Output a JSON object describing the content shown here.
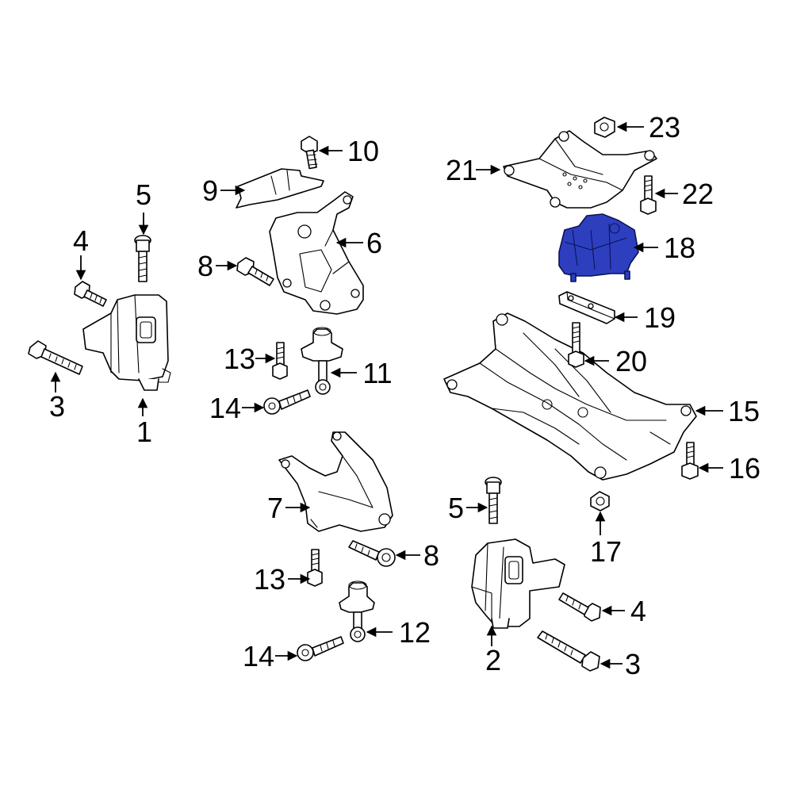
{
  "highlight_color": "#2d3fbf",
  "callouts": [
    {
      "id": "c1",
      "label": "1"
    },
    {
      "id": "c2",
      "label": "2"
    },
    {
      "id": "c3a",
      "label": "3"
    },
    {
      "id": "c3b",
      "label": "3"
    },
    {
      "id": "c4a",
      "label": "4"
    },
    {
      "id": "c4b",
      "label": "4"
    },
    {
      "id": "c5a",
      "label": "5"
    },
    {
      "id": "c5b",
      "label": "5"
    },
    {
      "id": "c6",
      "label": "6"
    },
    {
      "id": "c7",
      "label": "7"
    },
    {
      "id": "c8a",
      "label": "8"
    },
    {
      "id": "c8b",
      "label": "8"
    },
    {
      "id": "c9",
      "label": "9"
    },
    {
      "id": "c10",
      "label": "10"
    },
    {
      "id": "c11",
      "label": "11"
    },
    {
      "id": "c12",
      "label": "12"
    },
    {
      "id": "c13a",
      "label": "13"
    },
    {
      "id": "c13b",
      "label": "13"
    },
    {
      "id": "c14a",
      "label": "14"
    },
    {
      "id": "c14b",
      "label": "14"
    },
    {
      "id": "c15",
      "label": "15"
    },
    {
      "id": "c16",
      "label": "16"
    },
    {
      "id": "c17",
      "label": "17"
    },
    {
      "id": "c18",
      "label": "18"
    },
    {
      "id": "c19",
      "label": "19"
    },
    {
      "id": "c20",
      "label": "20"
    },
    {
      "id": "c21",
      "label": "21"
    },
    {
      "id": "c22",
      "label": "22"
    },
    {
      "id": "c23",
      "label": "23"
    }
  ]
}
